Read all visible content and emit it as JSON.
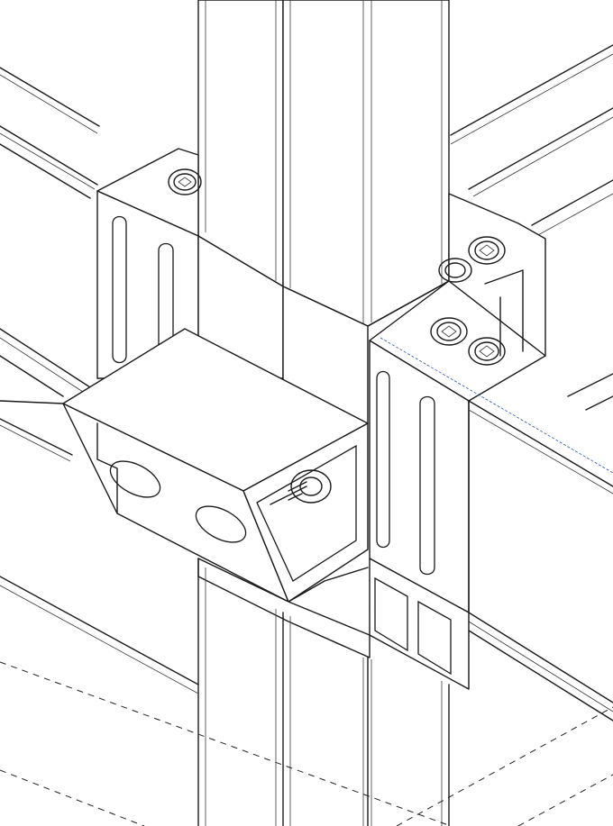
{
  "figure": {
    "kind": "isometric line drawing of an aluminium profile corner connector with socket head cap screws",
    "background_color": "#ffffff",
    "line_color": "#1a1a1a",
    "highlight_line_color": "#2a4fb0"
  },
  "components": {
    "vertical_profile_upper": "profile",
    "vertical_profile_lower": "profile",
    "horizontal_profile_left": "profile",
    "horizontal_profile_right": "profile",
    "connector_block": "corner-connector",
    "cap_screws_count": 4
  }
}
